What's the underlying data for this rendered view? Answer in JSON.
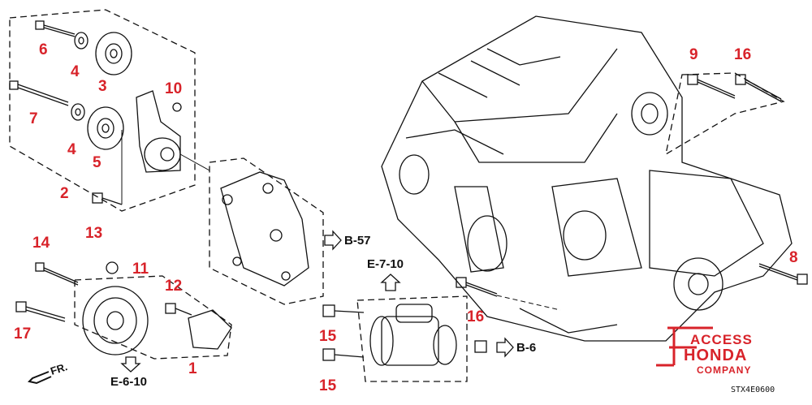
{
  "callouts": {
    "c1": "1",
    "c2": "2",
    "c3": "3",
    "c4a": "4",
    "c4b": "4",
    "c5": "5",
    "c6": "6",
    "c7": "7",
    "c8": "8",
    "c9": "9",
    "c10": "10",
    "c11": "11",
    "c12": "12",
    "c13": "13",
    "c14": "14",
    "c15a": "15",
    "c15b": "15",
    "c16a": "16",
    "c16b": "16",
    "c17": "17"
  },
  "references": {
    "b57": "B-57",
    "b6": "B-6",
    "e710": "E-7-10",
    "e610": "E-6-10",
    "front": "FR."
  },
  "logo": {
    "line1": "ACCESS",
    "line2": "HONDA",
    "line3": "COMPANY",
    "color": "#d8232a"
  },
  "diagram_code": "STX4E0600",
  "colors": {
    "callout": "#d8232a",
    "lines": "#111111"
  }
}
